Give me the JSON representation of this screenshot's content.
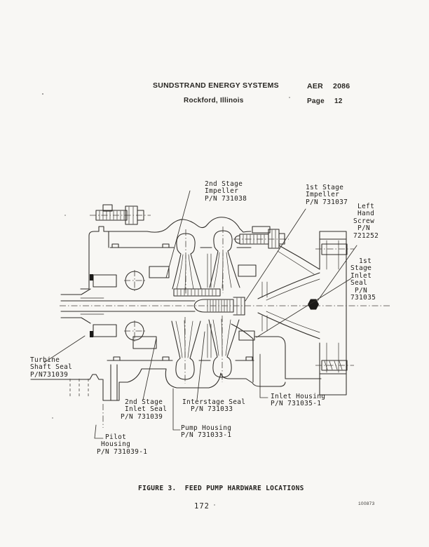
{
  "colors": {
    "paper": "#f8f7f4",
    "ink": "#23211e",
    "line": "#2e2b27"
  },
  "header": {
    "company": "SUNDSTRAND ENERGY SYSTEMS",
    "location": "Rockford, Illinois",
    "doc_code": "AER",
    "doc_number": "2086",
    "page_word": "Page",
    "page_number": "12"
  },
  "figure": {
    "caption": "FIGURE 3.  FEED PUMP HARDWARE LOCATIONS",
    "part_labels": [
      {
        "id": "second-stage-impeller",
        "text": "2nd Stage\nImpeller\nP/N 731038"
      },
      {
        "id": "first-stage-impeller",
        "text": "1st Stage\nImpeller\nP/N 731037"
      },
      {
        "id": "left-hand-screw",
        "text": " Left\n Hand\nScrew\n P/N\n721252"
      },
      {
        "id": "first-stage-inlet-seal",
        "text": "  1st\nStage\nInlet\nSeal\n P/N\n731035"
      },
      {
        "id": "turbine-shaft-seal",
        "text": "Turbine\nShaft Seal\nP/N731039"
      },
      {
        "id": "second-stage-inlet-seal",
        "text": " 2nd Stage\n Inlet Seal\nP/N 731039"
      },
      {
        "id": "interstage-seal",
        "text": "Interstage Seal\n  P/N 731033"
      },
      {
        "id": "inlet-housing",
        "text": "Inlet Housing\nP/N 731035-1"
      },
      {
        "id": "pump-housing",
        "text": "Pump Housing\nP/N 731033-1"
      },
      {
        "id": "pilot-housing",
        "text": "  Pilot\n Housing\nP/N 731039-1"
      }
    ]
  },
  "footer": {
    "page_number": "172",
    "stamp": "100873"
  }
}
